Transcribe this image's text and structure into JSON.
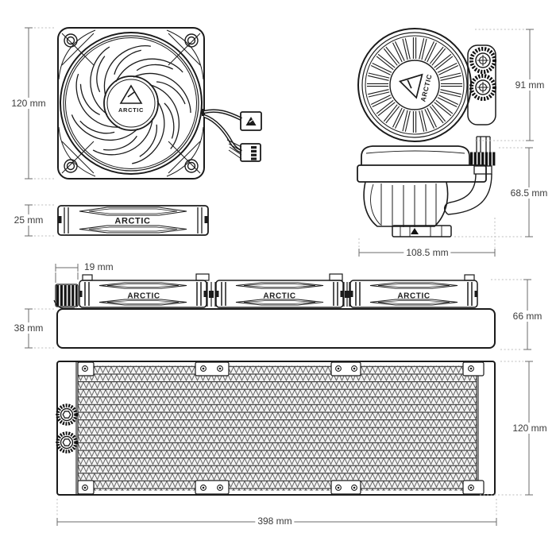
{
  "branding": {
    "name": "ARCTIC"
  },
  "page": {
    "background": "#ffffff",
    "line_color": "#1b1b1b",
    "dim_line_color": "#6b6b6b",
    "label_color": "#3b3b3b"
  },
  "icons": {
    "arctic_logo": "triangle-mountain",
    "hose_fitting": "knurled-circle",
    "pwm_connector": "4-pin-plug",
    "daisy_chain_connector": "square-plug-with-logo"
  },
  "views": {
    "fan_front": {
      "height_label": "120 mm"
    },
    "pump_top": {
      "diameter_label": "91 mm"
    },
    "fan_side": {
      "thickness_label": "25 mm"
    },
    "pump_side": {
      "height_label": "68.5 mm",
      "width_label": "108.5 mm"
    },
    "radiator_side": {
      "fitting_label": "19 mm",
      "total_height_label": "66 mm",
      "thickness_label": "38 mm"
    },
    "radiator_front": {
      "height_label": "120 mm",
      "length_label": "398 mm"
    }
  }
}
